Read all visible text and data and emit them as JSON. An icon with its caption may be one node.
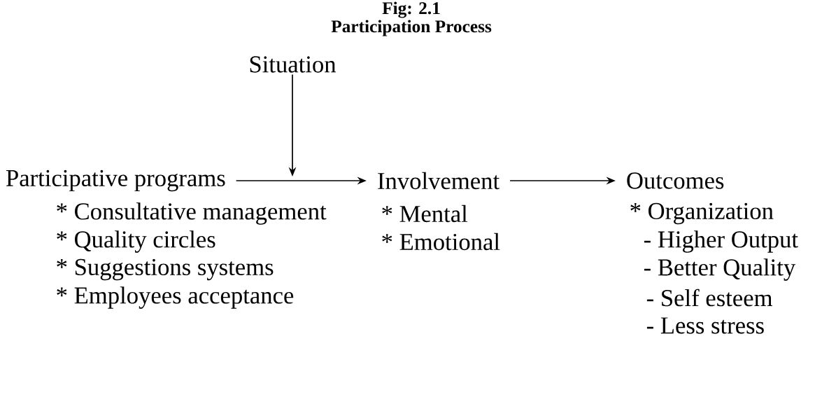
{
  "diagram": {
    "title": "Participation Process",
    "nodes": [
      {
        "text": [
          "Situation"
        ]
      },
      {
        "text": [
          "Participative programs"
        ],
        "beside": [
          "* Consultative management",
          "* Quality circles",
          "* Suggestions systems",
          "* Employees acceptance"
        ]
      },
      {
        "text": [
          "Involvement"
        ],
        "beside": [
          "* Mental",
          "* Emotional"
        ]
      },
      {
        "text": [
          "Outcomes"
        ],
        "beside": [
          "* Organization",
          "- Higher Output",
          "- Better Quality",
          "- Self esteem",
          "- Less stress"
        ]
      }
    ],
    "edges": [
      {
        "from": 0,
        "to": null,
        "arrow": "to"
      },
      {
        "from": 1,
        "to": 2,
        "arrow": "to"
      },
      {
        "from": 2,
        "to": 3,
        "arrow": "to"
      }
    ],
    "labels": [
      "Fig: 2.1"
    ]
  }
}
